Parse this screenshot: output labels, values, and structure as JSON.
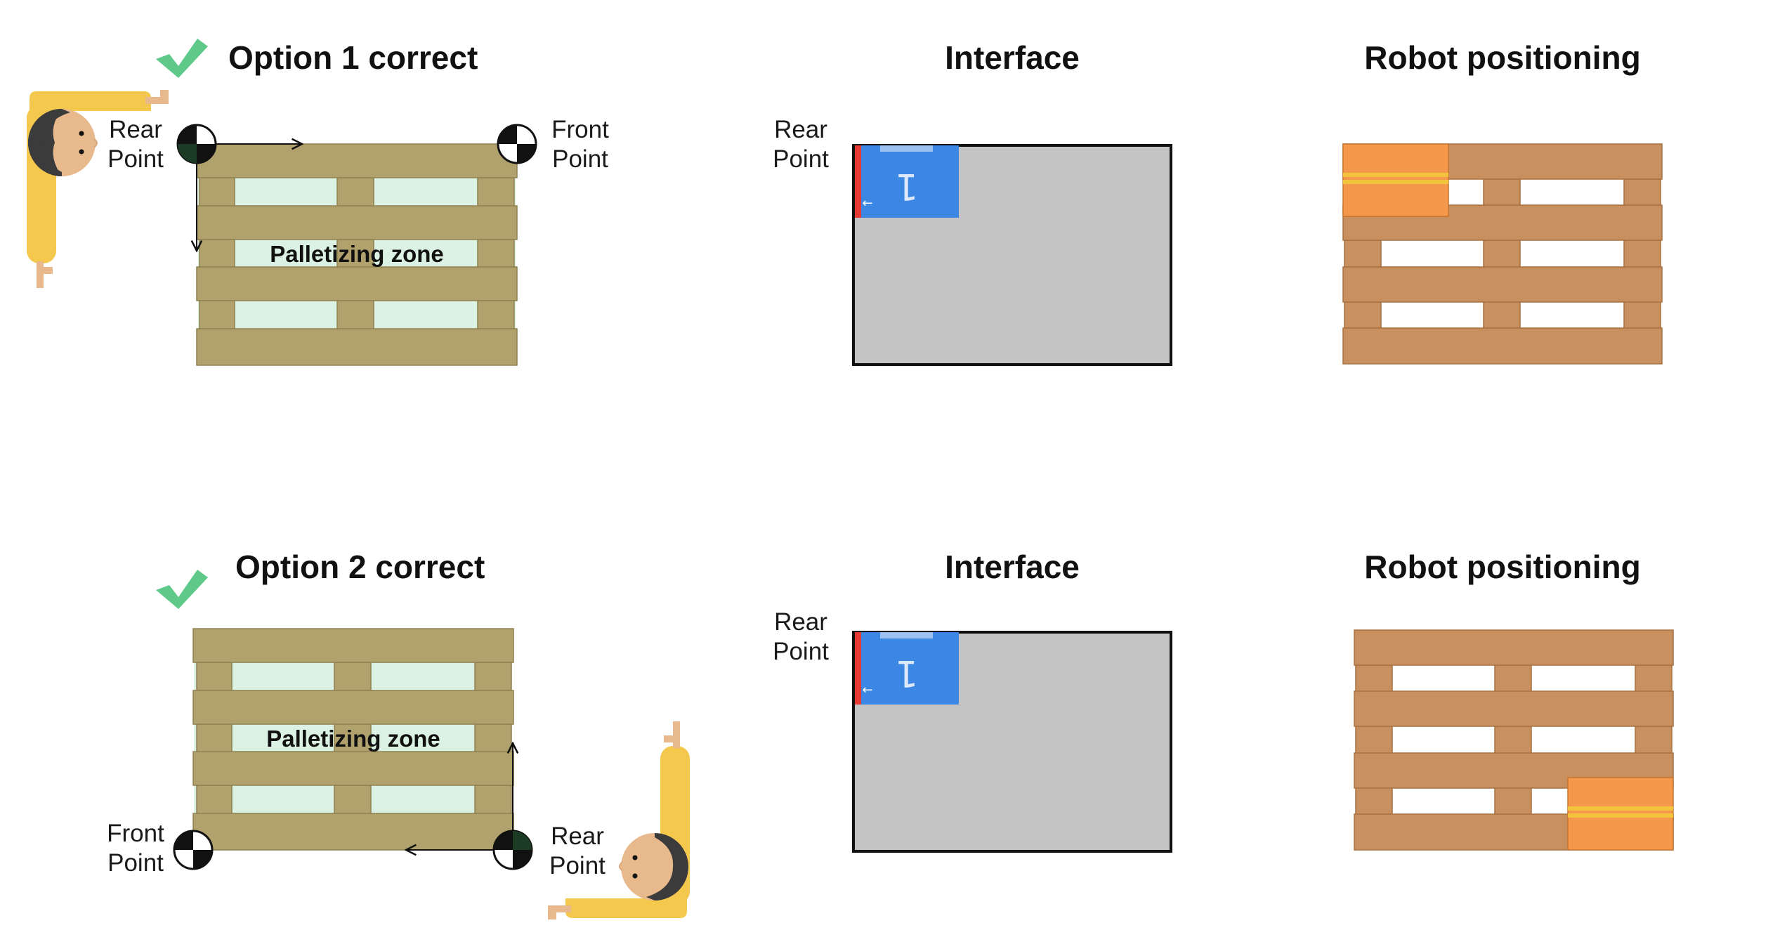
{
  "colors": {
    "pallet_wood": "#b0a16d",
    "pallet_wood_stroke": "#8e8150",
    "pallet_gap": "#dbf1e4",
    "robot_wood": "#c8905e",
    "robot_wood_stroke": "#a8713f",
    "box": "#f4994c",
    "box_tape": "#f2c33c",
    "interface_bg": "#c4c4c4",
    "interface_blue": "#3c86e4",
    "interface_red": "#e53935",
    "check": "#5fc98a",
    "person_shirt": "#f3c84d",
    "person_skin": "#e8b98c",
    "person_hair": "#3b3b3b"
  },
  "panels": [
    {
      "title": "Option 1 correct",
      "check_icon": "checkmark-icon",
      "zone_label": "Palletizing zone",
      "rear_point": {
        "line1": "Rear",
        "line2": "Point"
      },
      "front_point": {
        "line1": "Front",
        "line2": "Point"
      },
      "person_icon": "person-top-view-icon"
    },
    {
      "title": "Option 2 correct",
      "check_icon": "checkmark-icon",
      "zone_label": "Palletizing zone",
      "rear_point": {
        "line1": "Rear",
        "line2": "Point"
      },
      "front_point": {
        "line1": "Front",
        "line2": "Point"
      },
      "person_icon": "person-top-view-icon"
    }
  ],
  "interfaces": [
    {
      "title": "Interface",
      "rear_point": {
        "line1": "Rear",
        "line2": "Point"
      },
      "box_number": "1",
      "arrow": "←"
    },
    {
      "title": "Interface",
      "rear_point": {
        "line1": "Rear",
        "line2": "Point"
      },
      "box_number": "1",
      "arrow": "←"
    }
  ],
  "robot": [
    {
      "title": "Robot positioning"
    },
    {
      "title": "Robot positioning"
    }
  ]
}
